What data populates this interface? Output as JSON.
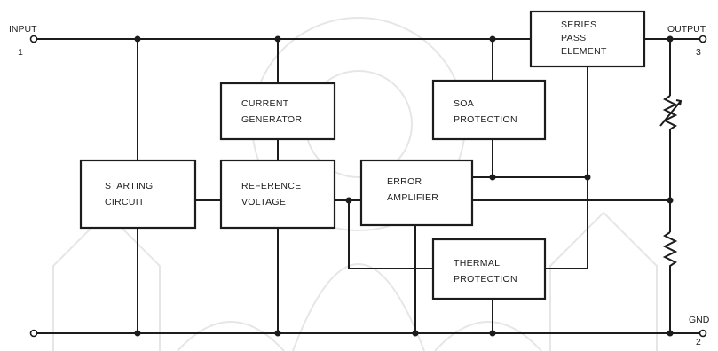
{
  "terminals": {
    "input": {
      "label": "INPUT",
      "pin": "1"
    },
    "output": {
      "label": "OUTPUT",
      "pin": "3"
    },
    "gnd": {
      "label": "GND",
      "pin": "2"
    }
  },
  "blocks": {
    "series_pass": {
      "line1": "SERIES",
      "line2": "PASS",
      "line3": "ELEMENT"
    },
    "current_generator": {
      "line1": "CURRENT",
      "line2": "GENERATOR"
    },
    "soa_protection": {
      "line1": "SOA",
      "line2": "PROTECTION"
    },
    "starting_circuit": {
      "line1": "STARTING",
      "line2": "CIRCUIT"
    },
    "reference_voltage": {
      "line1": "REFERENCE",
      "line2": "VOLTAGE"
    },
    "error_amplifier": {
      "line1": "ERROR",
      "line2": "AMPLIFIER"
    },
    "thermal_protection": {
      "line1": "THERMAL",
      "line2": "PROTECTION"
    }
  }
}
